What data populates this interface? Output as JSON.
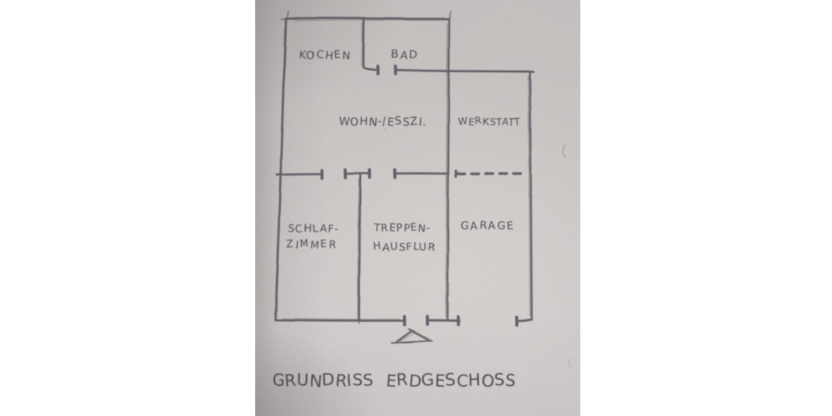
{
  "floor_plan": {
    "rooms": {
      "kitchen": {
        "label": "KOCHEN"
      },
      "bath": {
        "label": "BAD"
      },
      "living_dining": {
        "label": "WOHN-/ESSZI."
      },
      "workshop": {
        "label": "WERKSTATT"
      },
      "bedroom": {
        "line1": "SCHLAF-",
        "line2": "ZIMMER"
      },
      "stair_hall": {
        "line1": "TREPPEN-",
        "line2": "HAUSFLUR"
      },
      "garage": {
        "label": "GARAGE"
      }
    },
    "caption": "GRUNDRISS ERDGESCHOSS",
    "colors": {
      "ink": "#4c4853",
      "text_ink": "#44404a",
      "paper": "#cbc5c4",
      "page_background": "#ffffff"
    }
  }
}
